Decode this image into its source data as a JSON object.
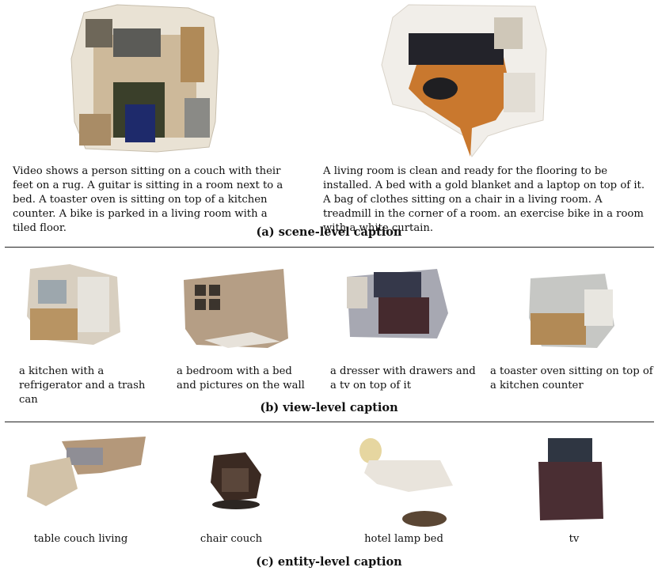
{
  "scene": {
    "caption_left": "Video shows a person sitting on a couch with their feet on a rug. A guitar is sitting in a room next to a bed. A toaster oven is sitting on top of a kitchen counter. A bike is parked in a living room with a tiled floor.",
    "caption_right": "A living room is clean and ready for the flooring to be installed. A bed with a gold blanket and a laptop on top of it. A bag of clothes sitting on a chair in a living room. A treadmill in the corner of a room. an exercise bike in a room with a white curtain.",
    "section_label": "(a) scene-level caption"
  },
  "view": {
    "captions": [
      "a kitchen with a refrigerator and a trash can",
      "a bedroom with a bed and pictures on the wall",
      "a dresser with drawers and a tv on top of it",
      "a toaster oven sitting on top of a kitchen counter"
    ],
    "section_label": "(b) view-level caption"
  },
  "entity": {
    "captions": [
      "table couch living",
      "chair couch",
      "hotel lamp bed",
      "tv"
    ],
    "section_label": "(c) entity-level caption"
  }
}
